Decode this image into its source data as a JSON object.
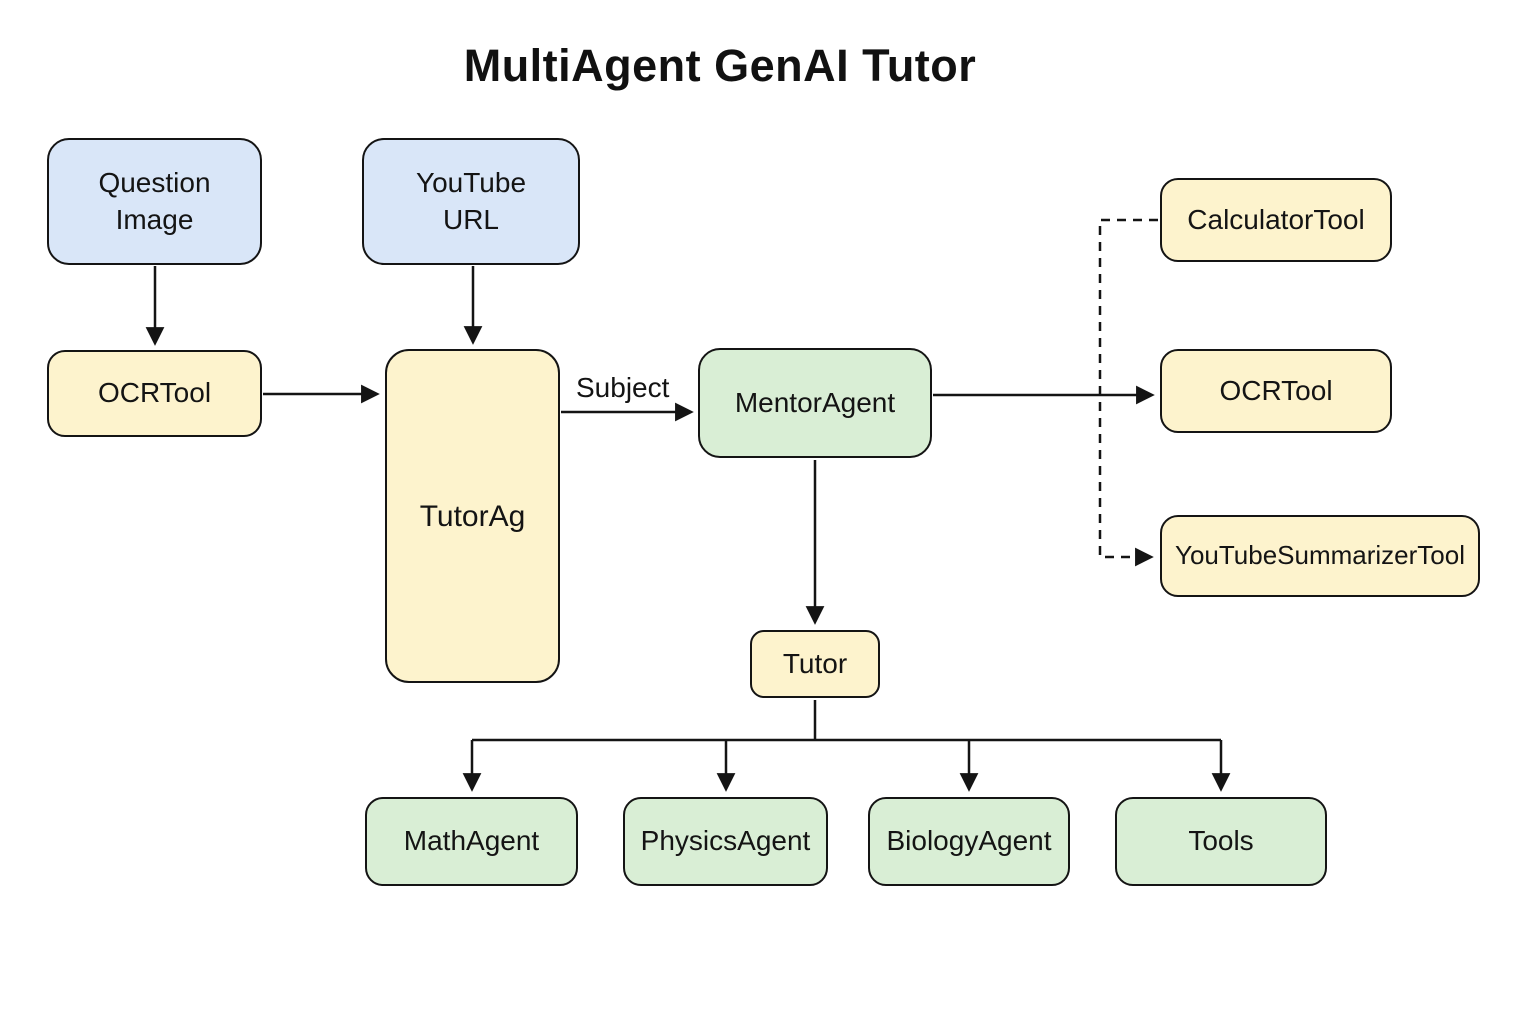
{
  "title": "MultiAgent GenAI Tutor",
  "colors": {
    "input_fill": "#d9e6f8",
    "tool_fill": "#fdf3cd",
    "agent_fill": "#d9eed5",
    "border": "#141414",
    "background": "#ffffff"
  },
  "nodes": {
    "question_image": {
      "label": "Question Image",
      "type": "input"
    },
    "youtube_url": {
      "label": "YouTube URL",
      "type": "input"
    },
    "ocr_tool_left": {
      "label": "OCRTool",
      "type": "tool"
    },
    "tutor_ag": {
      "label": "TutorAg",
      "type": "tool"
    },
    "mentor_agent": {
      "label": "MentorAgent",
      "type": "agent"
    },
    "calculator_tool": {
      "label": "CalculatorTool",
      "type": "tool"
    },
    "ocr_tool_right": {
      "label": "OCRTool",
      "type": "tool"
    },
    "youtube_summarizer_tool": {
      "label": "YouTubeSummarizerTool",
      "type": "tool"
    },
    "tutor": {
      "label": "Tutor",
      "type": "tool"
    },
    "math_agent": {
      "label": "MathAgent",
      "type": "agent"
    },
    "physics_agent": {
      "label": "PhysicsAgent",
      "type": "agent"
    },
    "biology_agent": {
      "label": "BiologyAgent",
      "type": "agent"
    },
    "tools": {
      "label": "Tools",
      "type": "agent"
    }
  },
  "edges": [
    {
      "from": "question_image",
      "to": "ocr_tool_left",
      "style": "solid",
      "label": ""
    },
    {
      "from": "youtube_url",
      "to": "tutor_ag",
      "style": "solid",
      "label": ""
    },
    {
      "from": "ocr_tool_left",
      "to": "tutor_ag",
      "style": "solid",
      "label": ""
    },
    {
      "from": "tutor_ag",
      "to": "mentor_agent",
      "style": "solid",
      "label": "Subject"
    },
    {
      "from": "mentor_agent",
      "to": "ocr_tool_right",
      "style": "solid",
      "label": ""
    },
    {
      "from": "mentor_agent",
      "to": "calculator_tool",
      "style": "dashed",
      "label": ""
    },
    {
      "from": "mentor_agent",
      "to": "youtube_summarizer_tool",
      "style": "dashed",
      "label": ""
    },
    {
      "from": "mentor_agent",
      "to": "tutor",
      "style": "solid",
      "label": ""
    },
    {
      "from": "tutor",
      "to": "math_agent",
      "style": "solid",
      "label": ""
    },
    {
      "from": "tutor",
      "to": "physics_agent",
      "style": "solid",
      "label": ""
    },
    {
      "from": "tutor",
      "to": "biology_agent",
      "style": "solid",
      "label": ""
    },
    {
      "from": "tutor",
      "to": "tools",
      "style": "solid",
      "label": ""
    }
  ]
}
